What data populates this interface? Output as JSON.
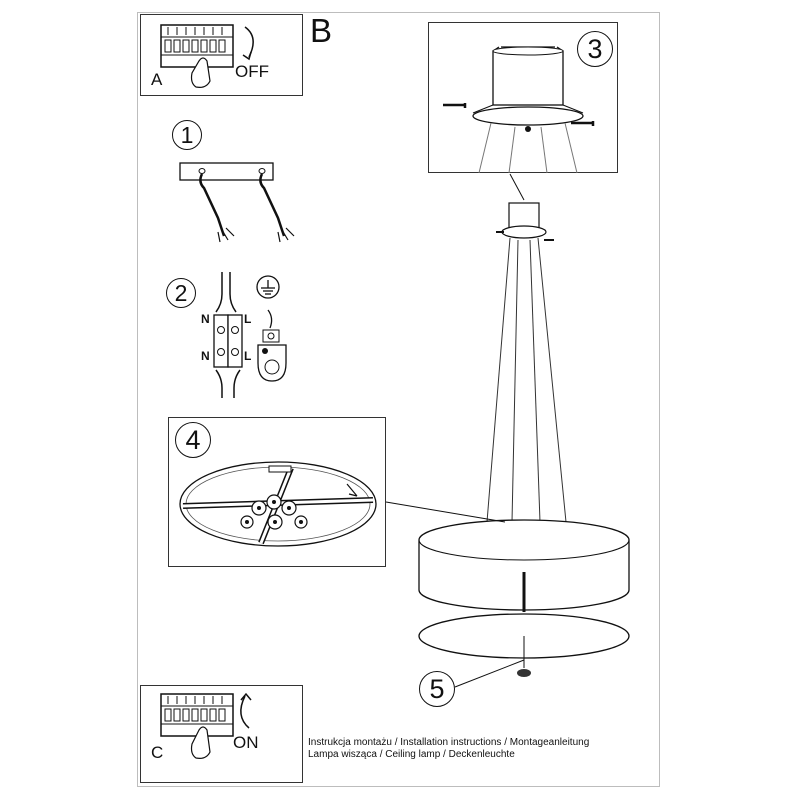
{
  "panels": {
    "a": {
      "letter": "A",
      "state": "OFF"
    },
    "b": {
      "letter": "B"
    },
    "c": {
      "letter": "C",
      "state": "ON"
    }
  },
  "steps": [
    "1",
    "2",
    "3",
    "4",
    "5"
  ],
  "wiring": {
    "neutral": "N",
    "live": "L"
  },
  "captions": {
    "line1": "Instrukcja montażu / Installation instructions / Montageanleitung",
    "line2": "Lampa wisząca / Ceiling lamp / Deckenleuchte"
  }
}
